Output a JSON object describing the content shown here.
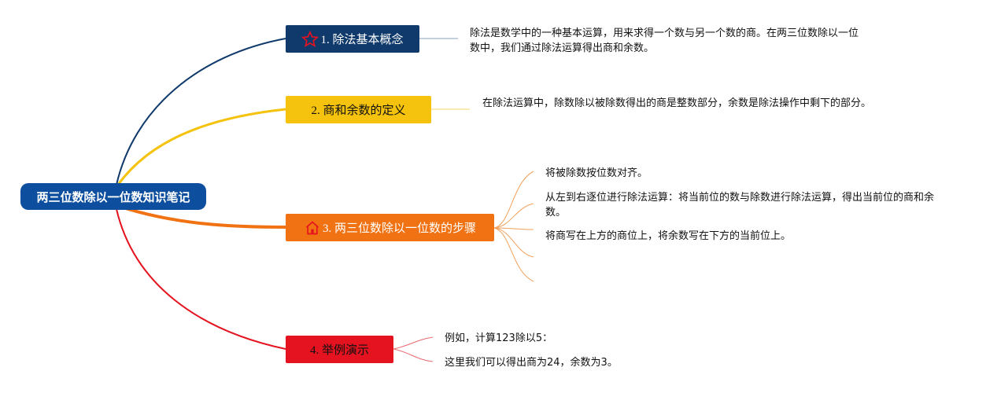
{
  "root": {
    "label": "两三位数除以一位数知识笔记"
  },
  "colors": {
    "root": "#0d4f9e",
    "b1": "#103a6b",
    "b2": "#f5c20e",
    "b3": "#f07212",
    "b4": "#e4131f"
  },
  "branches": [
    {
      "label": "1. 除法基本概念",
      "icon": "star-outline-icon",
      "notes": [
        "除法是数学中的一种基本运算，用来求得一个数与另一个数的商。在两三位数除以一位数中，我们通过除法运算得出商和余数。"
      ]
    },
    {
      "label": "2. 商和余数的定义",
      "icon": "",
      "notes": [
        "在除法运算中，除数除以被除数得出的商是整数部分，余数是除法操作中剩下的部分。"
      ]
    },
    {
      "label": "3. 两三位数除以一位数的步骤",
      "icon": "house-icon",
      "notes": [
        "将被除数按位数对齐。",
        "从左到右逐位进行除法运算：将当前位的数与除数进行除法运算，得出当前位的商和余数。",
        "将商写在上方的商位上，将余数写在下方的当前位上。",
        "",
        ""
      ]
    },
    {
      "label": "4. 举例演示",
      "icon": "",
      "notes": [
        "例如，计算123除以5：",
        "这里我们可以得出商为24，余数为3。"
      ]
    }
  ]
}
